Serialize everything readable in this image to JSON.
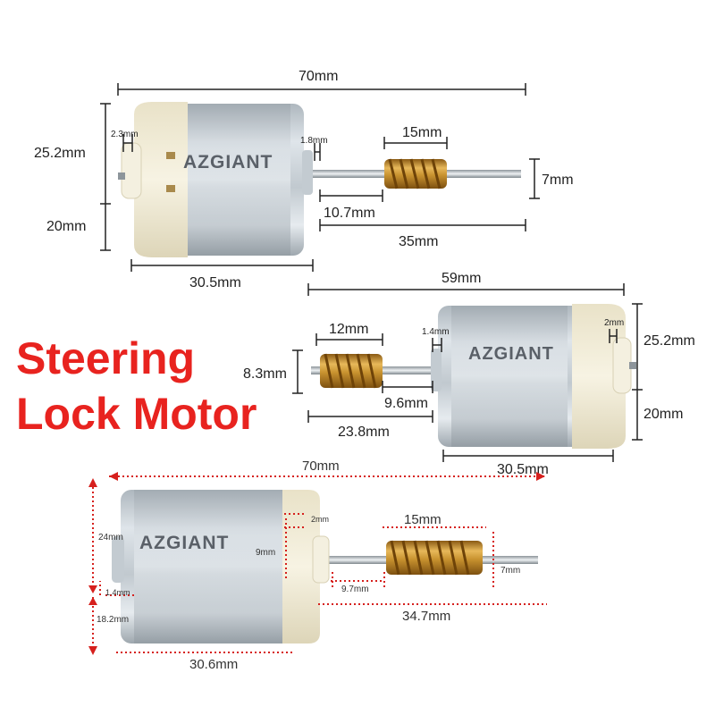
{
  "title": {
    "line1": "Steering",
    "line2": "Lock Motor",
    "color": "#e8231f"
  },
  "brand": "AZGIANT",
  "colors": {
    "dim_black": "#222222",
    "dim_red": "#d6201d",
    "brass": "#c8922f",
    "steel": "#b9c2c9",
    "plastic": "#f1ebd6"
  },
  "motor1": {
    "overall": "70mm",
    "height_top": "25.2mm",
    "height_bottom": "20mm",
    "tab": "2.3mm",
    "boss": "1.8mm",
    "gear_len": "15mm",
    "gear_dia": "7mm",
    "gear_offset": "10.7mm",
    "shaft_len": "35mm",
    "body_len": "30.5mm"
  },
  "motor2": {
    "overall": "59mm",
    "gear_len": "12mm",
    "boss": "1.4mm",
    "tab": "2mm",
    "height_top": "25.2mm",
    "gear_dia": "8.3mm",
    "gear_offset": "9.6mm",
    "height_bottom": "20mm",
    "shaft_len": "23.8mm",
    "body_len": "30.5mm"
  },
  "motor3": {
    "overall": "70mm",
    "tab": "2mm",
    "gear_len": "15mm",
    "height_top": "24mm",
    "boss_h": "9mm",
    "gear_dia": "7mm",
    "boss": "1.4mm",
    "gear_offset": "9.7mm",
    "height_bottom": "18.2mm",
    "shaft_len": "34.7mm",
    "body_len": "30.6mm"
  }
}
